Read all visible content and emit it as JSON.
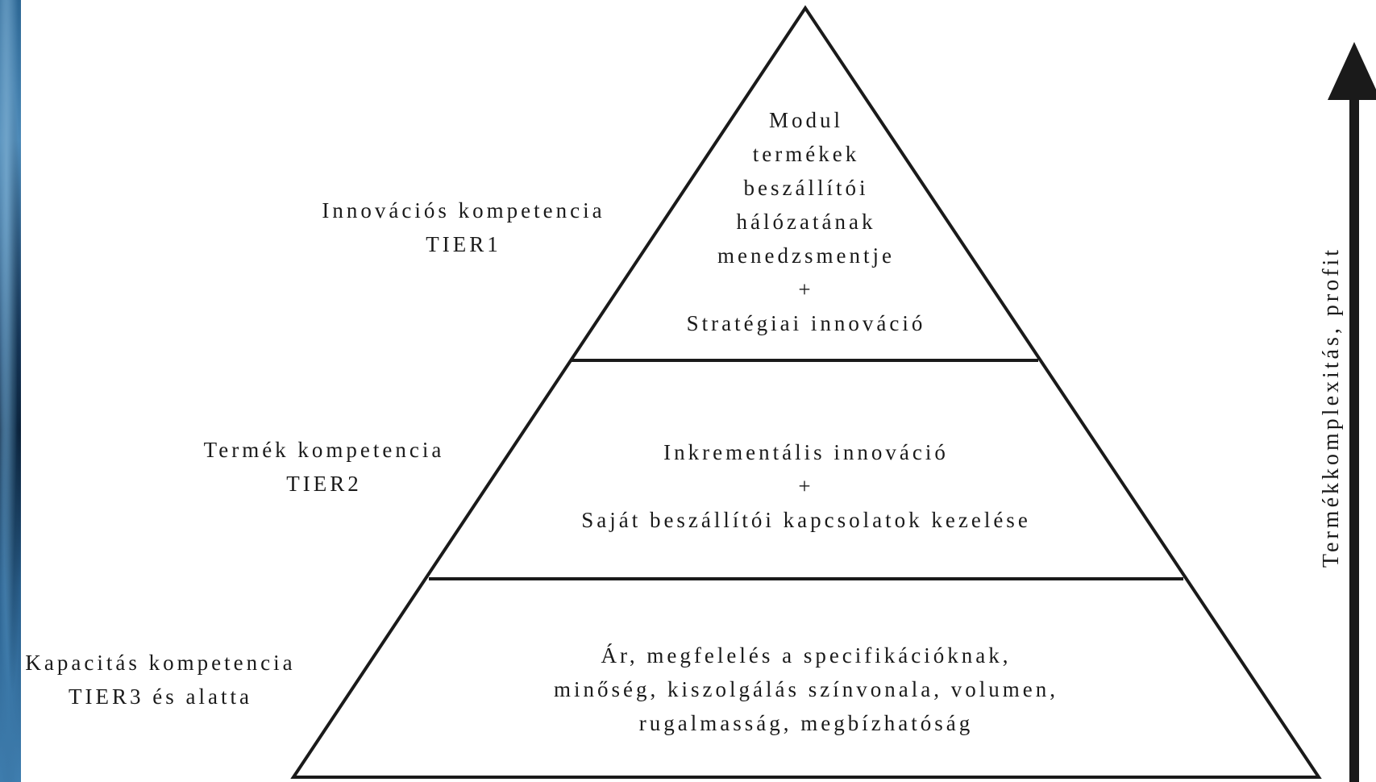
{
  "tiers": [
    {
      "side_label": [
        "Innovációs kompetencia",
        "TIER1"
      ],
      "content": [
        "Modul",
        "termékek",
        "beszállítói",
        "hálózatának",
        "menedzsmentje",
        "+",
        "Stratégiai innováció"
      ]
    },
    {
      "side_label": [
        "Termék kompetencia",
        "TIER2"
      ],
      "content": [
        "Inkrementális innováció",
        "+",
        "Saját beszállítói kapcsolatok kezelése"
      ]
    },
    {
      "side_label": [
        "Kapacitás kompetencia",
        "TIER3 és alatta"
      ],
      "content": [
        "Ár, megfelelés a specifikációknak,",
        "minőség, kiszolgálás színvonala, volumen,",
        "rugalmasság, megbízhatóság"
      ]
    }
  ],
  "axis": {
    "label": "Termékkomplexitás, profit",
    "direction": "up"
  },
  "colors": {
    "line": "#1a1a1a",
    "text": "#1a1a1a",
    "background": "#ffffff"
  }
}
